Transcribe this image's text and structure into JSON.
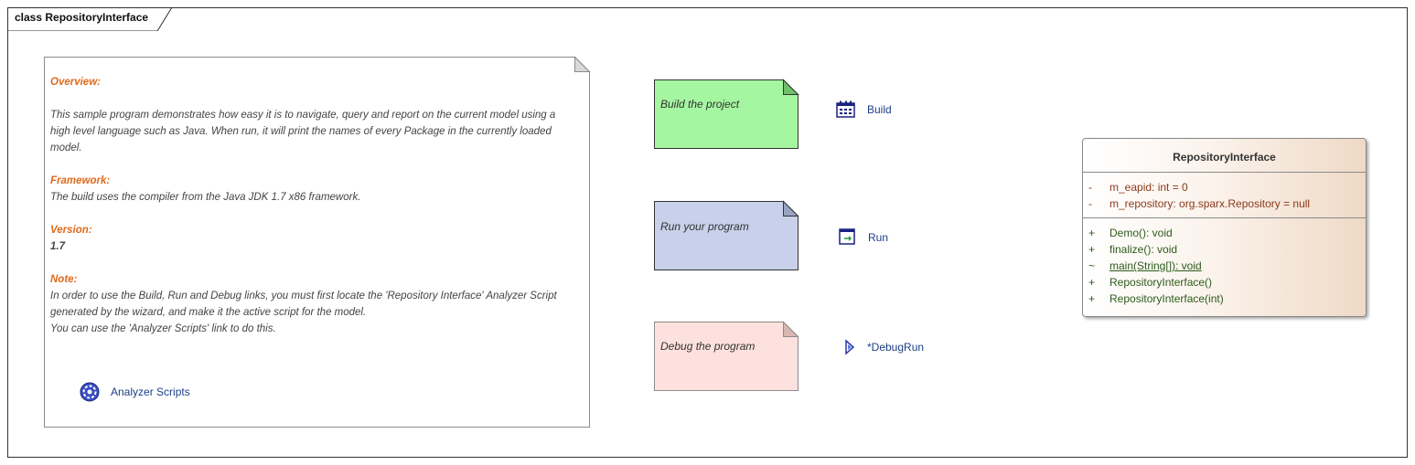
{
  "frame": {
    "title": "class RepositoryInterface"
  },
  "main_note": {
    "overview_heading": "Overview:",
    "overview_lines": [
      "This sample program demonstrates how easy it is to navigate, query and report on the current model using a",
      "high level language such as Java. When run, it will print the names of every Package in the currently loaded",
      "model."
    ],
    "framework_heading": "Framework:",
    "framework_text": "The build uses the compiler from the Java JDK 1.7 x86 framework.",
    "version_heading": "Version:",
    "version_value": "1.7",
    "note_heading": "Note:",
    "note_lines": [
      "In order to use the Build, Run and Debug links, you must first locate the 'Repository Interface' Analyzer Script",
      "generated by the wizard, and make it the active script for the model.",
      "You can use the 'Analyzer Scripts' link to do this."
    ],
    "link_label": "Analyzer Scripts",
    "link_icon": "analyzer-scripts-icon"
  },
  "steps": [
    {
      "note": "Build the project",
      "note_color": "#a4f6a0",
      "link": "Build",
      "icon": "build-icon"
    },
    {
      "note": "Run your program",
      "note_color": "#c8d0ea",
      "link": "Run",
      "icon": "run-icon"
    },
    {
      "note": "Debug the program",
      "note_color": "#fde1de",
      "link": "*DebugRun",
      "icon": "debug-run-icon"
    }
  ],
  "class": {
    "name": "RepositoryInterface",
    "attributes": [
      {
        "visibility": "-",
        "text": "m_eapid: int = 0"
      },
      {
        "visibility": "-",
        "text": "m_repository: org.sparx.Repository = null"
      }
    ],
    "operations": [
      {
        "visibility": "+",
        "text": "Demo(): void"
      },
      {
        "visibility": "+",
        "text": "finalize(): void"
      },
      {
        "visibility": "~",
        "text": "main(String[]): void"
      },
      {
        "visibility": "+",
        "text": "RepositoryInterface()"
      },
      {
        "visibility": "+",
        "text": "RepositoryInterface(int)"
      }
    ]
  },
  "colors": {
    "heading": "#e06a1a",
    "link": "#1b3f88",
    "attribute": "#8a3a1a",
    "operation": "#2c5b1a"
  }
}
